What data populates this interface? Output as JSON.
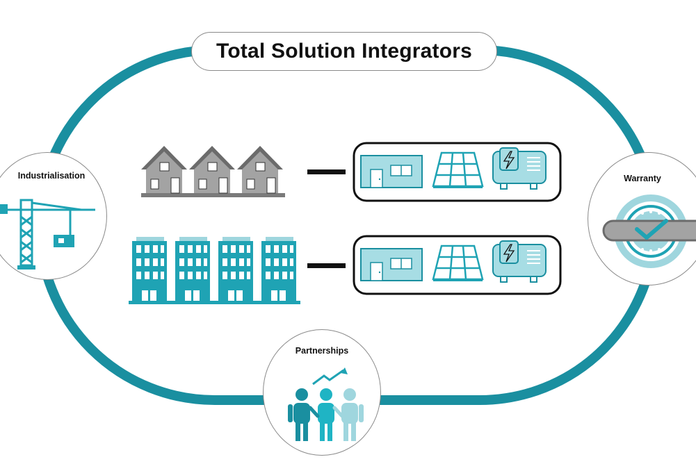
{
  "title": "Total Solution Integrators",
  "nodes": {
    "industrialisation": {
      "label": "Industrialisation",
      "icon": "crane-icon"
    },
    "warranty": {
      "label": "Warranty",
      "icon": "warranty-seal-icon"
    },
    "partnerships": {
      "label": "Partnerships",
      "icon": "people-growth-icon"
    }
  },
  "rows": [
    {
      "buildings": "houses-icon",
      "components": [
        "module-icon",
        "solar-panel-icon",
        "heat-pump-icon"
      ]
    },
    {
      "buildings": "apartment-blocks-icon",
      "components": [
        "module-icon",
        "solar-panel-icon",
        "heat-pump-icon"
      ]
    }
  ],
  "colors": {
    "loop": "#1a8fa0",
    "teal": "#1fa3b4",
    "light_teal": "#9fd6de",
    "pale_teal": "#a7dde4",
    "gray": "#a3a3a3",
    "dark_gray": "#6b6b6b",
    "dark": "#111111"
  }
}
